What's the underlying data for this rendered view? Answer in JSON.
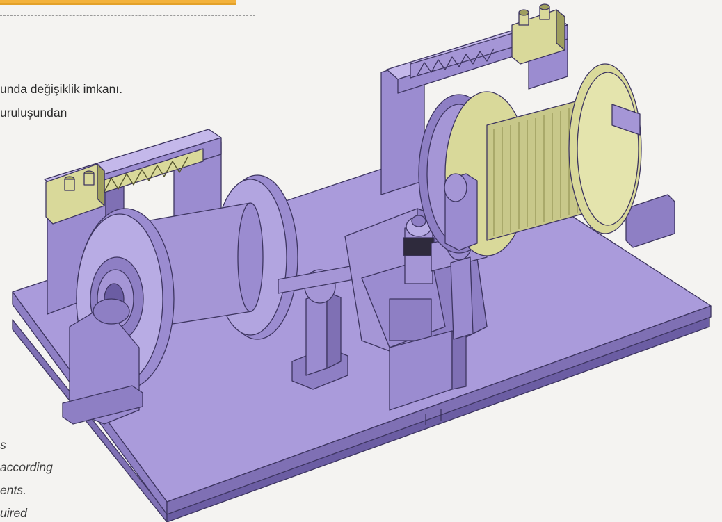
{
  "text_tr": {
    "line1": "unda değişiklik imkanı.",
    "line2": "uruluşundan"
  },
  "text_en": {
    "line1": "s",
    "line2": "according",
    "line3": "ents.",
    "line4": "uired"
  },
  "colors": {
    "body": "#a899d8",
    "body_dark": "#7f70b4",
    "body_light": "#c4b8ea",
    "edge": "#3d3560",
    "yellow": "#d9d99a",
    "yellow_dark": "#9e9e5e",
    "accent_orange": "#f3b23c"
  }
}
